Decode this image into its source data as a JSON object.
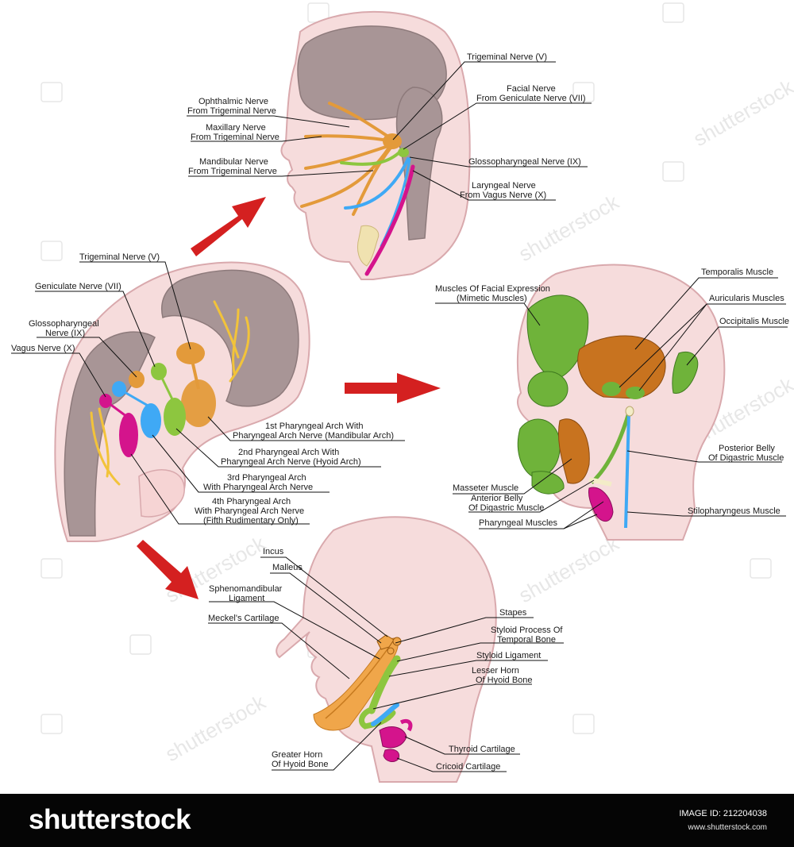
{
  "footer": {
    "brand": "shutterstock",
    "image_id_label": "IMAGE ID: 212204038",
    "site": "www.shutterstock.com"
  },
  "watermark": "shutterstock",
  "labels": {
    "top": {
      "trigeminal": "Trigeminal Nerve (V)",
      "facial_1": "Facial Nerve",
      "facial_2": "From Geniculate Nerve (VII)",
      "ophthalmic_1": "Ophthalmic Nerve",
      "ophthalmic_2": "From Trigeminal Nerve",
      "maxillary_1": "Maxillary Nerve",
      "maxillary_2": "From Trigeminal Nerve",
      "mandibular_1": "Mandibular Nerve",
      "mandibular_2": "From Trigeminal Nerve",
      "glosso": "Glossopharyngeal Nerve (IX)",
      "laryngeal_1": "Laryngeal Nerve",
      "laryngeal_2": "From Vagus Nerve (X)"
    },
    "embryo": {
      "trigeminal": "Trigeminal Nerve (V)",
      "geniculate": "Geniculate Nerve (VII)",
      "glosso_1": "Glossopharyngeal",
      "glosso_2": "Nerve (IX)",
      "vagus": "Vagus Nerve (X)",
      "arch1_1": "1st Pharyngeal Arch With",
      "arch1_2": "Pharyngeal Arch Nerve (Mandibular Arch)",
      "arch2_1": "2nd Pharyngeal Arch With",
      "arch2_2": "Pharyngeal Arch Nerve (Hyoid Arch)",
      "arch3_1": "3rd Pharyngeal Arch",
      "arch3_2": "With Pharyngeal Arch Nerve",
      "arch4_1": "4th Pharyngeal Arch",
      "arch4_2": "With Pharyngeal Arch Nerve",
      "arch4_3": "(Fifth Rudimentary Only)"
    },
    "muscles": {
      "facial_1": "Muscles Of Facial Expression",
      "facial_2": "(Mimetic Muscles)",
      "temporalis": "Temporalis Muscle",
      "auricularis": "Auricularis Muscles",
      "occipitalis": "Occipitalis Muscle",
      "posterior_1": "Posterior Belly",
      "posterior_2": "Of Digastric Muscle",
      "masseter": "Masseter Muscle",
      "anterior_1": "Anterior Belly",
      "anterior_2": "Of Digastric Muscle",
      "pharyngeal": "Pharyngeal Muscles",
      "stylopharyngeus": "Stilopharyngeus Muscle"
    },
    "skeleton": {
      "incus": "Incus",
      "malleus": "Malleus",
      "spheno_1": "Sphenomandibular",
      "spheno_2": "Ligament",
      "meckel": "Meckel's Cartilage",
      "stapes": "Stapes",
      "styloid_1": "Styloid Process Of",
      "styloid_2": "Temporal Bone",
      "styloid_lig": "Styloid Ligament",
      "lesser_1": "Lesser Horn",
      "lesser_2": "Of Hyoid Bone",
      "greater_1": "Greater Horn",
      "greater_2": "Of Hyoid Bone",
      "thyroid": "Thyroid Cartilage",
      "cricoid": "Cricoid Cartilage"
    }
  },
  "colors": {
    "trigeminal": "#e39a3a",
    "facial": "#8dc63f",
    "glossopharyngeal": "#3fa9f5",
    "vagus": "#d4148c",
    "arrow": "#d42020",
    "skin": "#f6dcdc",
    "brain": "#a89596",
    "muscle_green": "#6fb33a",
    "muscle_orange": "#c8731f"
  }
}
